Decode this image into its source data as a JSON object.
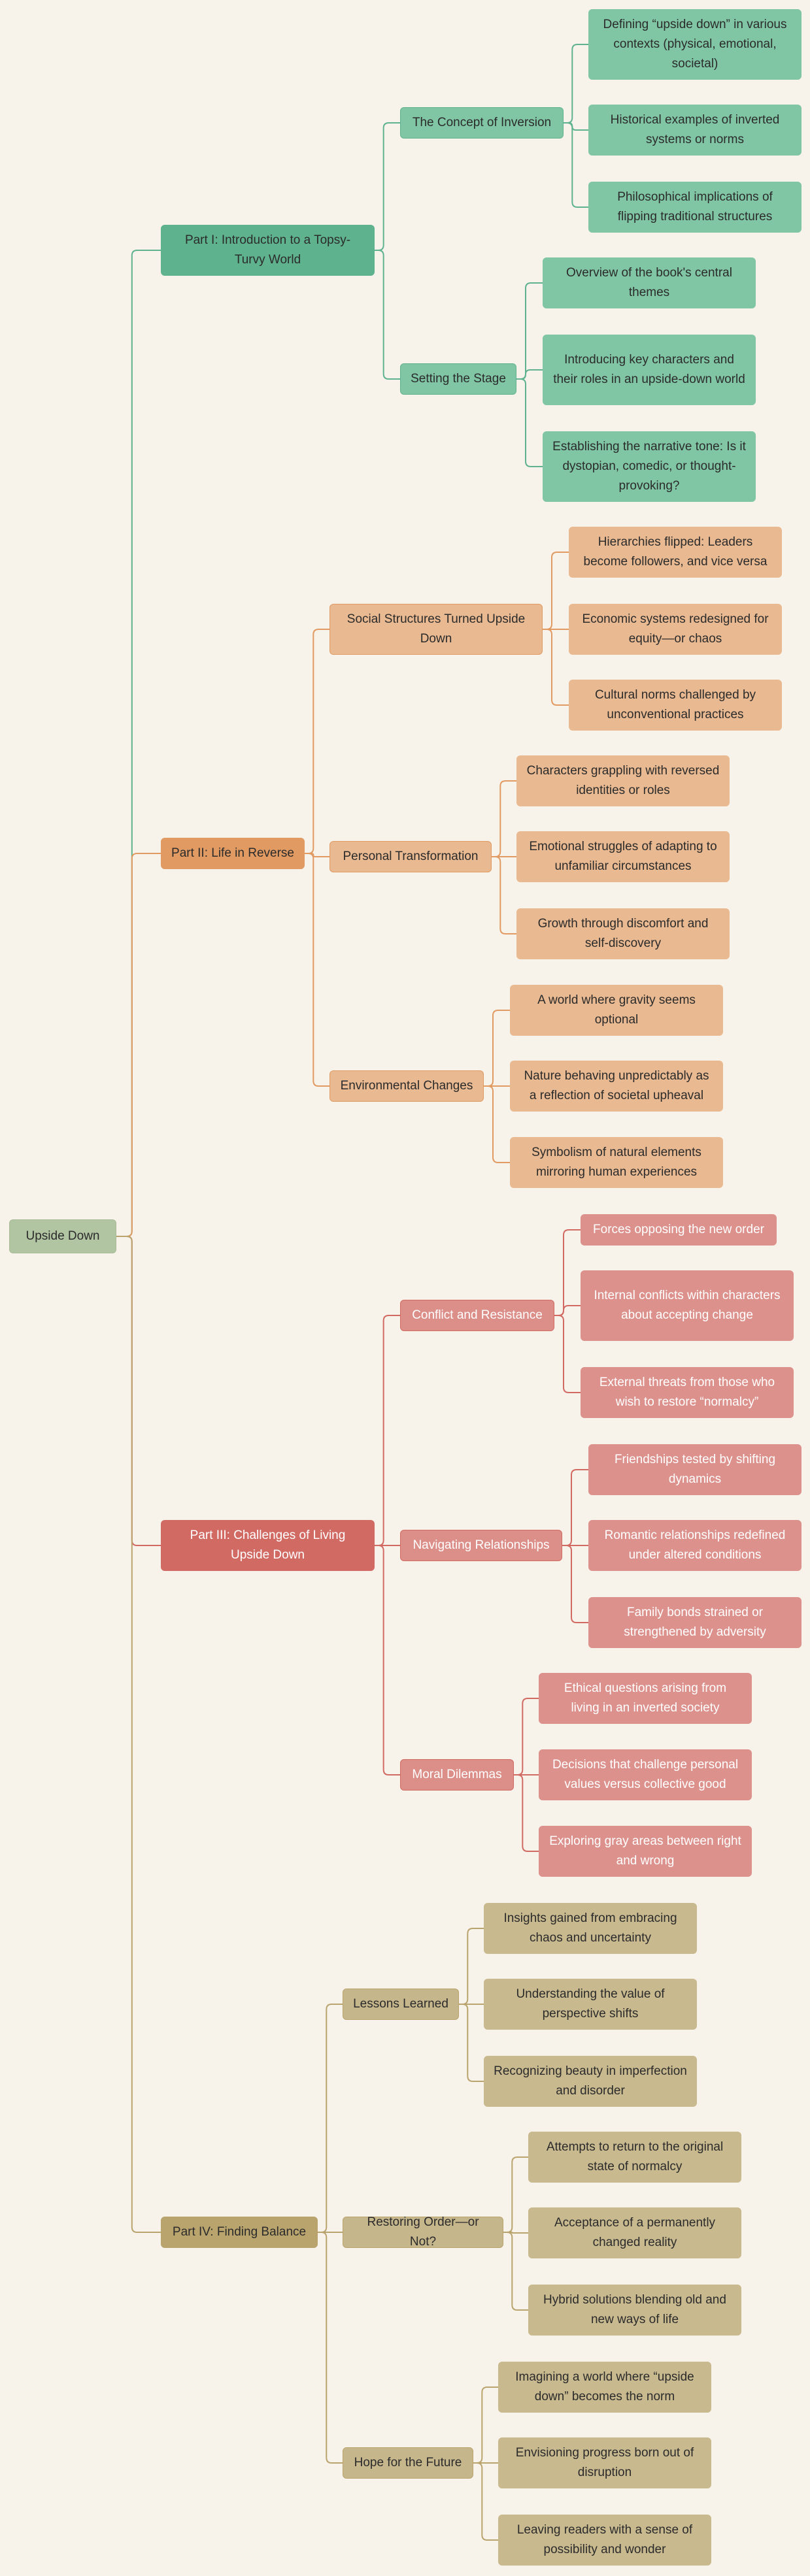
{
  "root": {
    "label": "Upside Down",
    "fill": "#b2c5a3",
    "stroke": "#a7bb98"
  },
  "parts": [
    {
      "label": "Part I: Introduction to a Topsy-Turvy World",
      "fill": "#5eb38e",
      "sub_fill": "#80c6a5",
      "leaf_fill": "#80c6a5",
      "line": "#5eb38e",
      "text": "dark",
      "children": [
        {
          "label": "The Concept of Inversion",
          "leaves": [
            "Defining “upside down” in various contexts (physical, emotional, societal)",
            "Historical examples of inverted systems or norms",
            "Philosophical implications of flipping traditional structures"
          ]
        },
        {
          "label": "Setting the Stage",
          "leaves": [
            "Overview of the book's central themes",
            "Introducing key characters and their roles in an upside-down world",
            "Establishing the narrative tone: Is it dystopian, comedic, or thought-provoking?"
          ]
        }
      ]
    },
    {
      "label": "Part II: Life in Reverse",
      "fill": "#e09a62",
      "sub_fill": "#e9b991",
      "leaf_fill": "#e9b991",
      "line": "#e09a62",
      "text": "dark",
      "children": [
        {
          "label": "Social Structures Turned Upside Down",
          "leaves": [
            "Hierarchies flipped: Leaders become followers, and vice versa",
            "Economic systems redesigned for equity—or chaos",
            "Cultural norms challenged by unconventional practices"
          ]
        },
        {
          "label": "Personal Transformation",
          "leaves": [
            "Characters grappling with reversed identities or roles",
            "Emotional struggles of adapting to unfamiliar circumstances",
            "Growth through discomfort and self-discovery"
          ]
        },
        {
          "label": "Environmental Changes",
          "leaves": [
            "A world where gravity seems optional",
            "Nature behaving unpredictably as a reflection of societal upheaval",
            "Symbolism of natural elements mirroring human experiences"
          ]
        }
      ]
    },
    {
      "label": "Part III: Challenges of Living Upside Down",
      "fill": "#d26a64",
      "sub_fill": "#dc8e89",
      "leaf_fill": "#dc918c",
      "line": "#d26a64",
      "text": "white",
      "children": [
        {
          "label": "Conflict and Resistance",
          "leaves": [
            "Forces opposing the new order",
            "Internal conflicts within characters about accepting change",
            "External threats from those who wish to restore “normalcy”"
          ]
        },
        {
          "label": "Navigating Relationships",
          "leaves": [
            "Friendships tested by shifting dynamics",
            "Romantic relationships redefined under altered conditions",
            "Family bonds strained or strengthened by adversity"
          ]
        },
        {
          "label": "Moral Dilemmas",
          "leaves": [
            "Ethical questions arising from living in an inverted society",
            "Decisions that challenge personal values versus collective good",
            "Exploring gray areas between right and wrong"
          ]
        }
      ]
    },
    {
      "label": "Part IV: Finding Balance",
      "fill": "#b9a46e",
      "sub_fill": "#c6b68c",
      "leaf_fill": "#c8b98f",
      "line": "#b9a46e",
      "text": "dark",
      "children": [
        {
          "label": "Lessons Learned",
          "leaves": [
            "Insights gained from embracing chaos and uncertainty",
            "Understanding the value of perspective shifts",
            "Recognizing beauty in imperfection and disorder"
          ]
        },
        {
          "label": "Restoring Order—or Not?",
          "leaves": [
            "Attempts to return to the original state of normalcy",
            "Acceptance of a permanently changed reality",
            "Hybrid solutions blending old and new ways of life"
          ]
        },
        {
          "label": "Hope for the Future",
          "leaves": [
            "Imagining a world where “upside down” becomes the norm",
            "Envisioning progress born out of disruption",
            "Leaving readers with a sense of possibility and wonder"
          ]
        }
      ]
    }
  ]
}
